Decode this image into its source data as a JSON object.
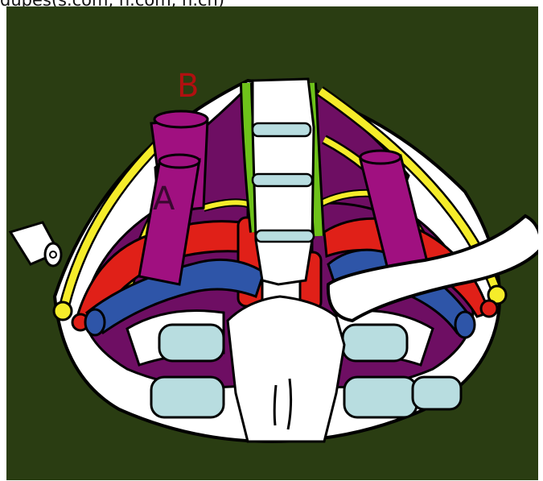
{
  "caption": "dupes(s.com, n.com, n.ch)",
  "labels": {
    "a": "A",
    "b": "B"
  },
  "colors": {
    "background": "#2a3d12",
    "bone": "#ffffff",
    "cartilage": "#b8dde0",
    "muscle": "#6e0e63",
    "muscle_light": "#a01080",
    "nerve": "#f5ec2a",
    "artery": "#e02018",
    "vein": "#2e55a8",
    "sympathetic": "#6ec21a",
    "label_b": "#b01010",
    "label_a": "#3a0830"
  }
}
